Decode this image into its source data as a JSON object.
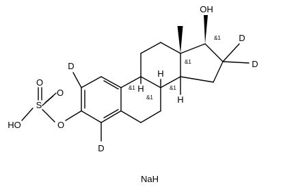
{
  "molecule": {
    "atom_labels": {
      "oh_top": "OH",
      "d_c16_upper": "D",
      "d_c16_right": "D",
      "d_c2": "D",
      "d_c4": "D",
      "h_c8": "H",
      "h_c9": "H",
      "h_c14": "H",
      "o_ester": "O",
      "s_atom": "S",
      "o_upper": "O",
      "o_lower": "O",
      "ho_sulfate": "HO"
    },
    "stereo_labels": {
      "c17": "&1",
      "c13": "&1",
      "c9": "&1",
      "c8": "&1",
      "c14": "&1"
    },
    "counterion": "NaH"
  }
}
